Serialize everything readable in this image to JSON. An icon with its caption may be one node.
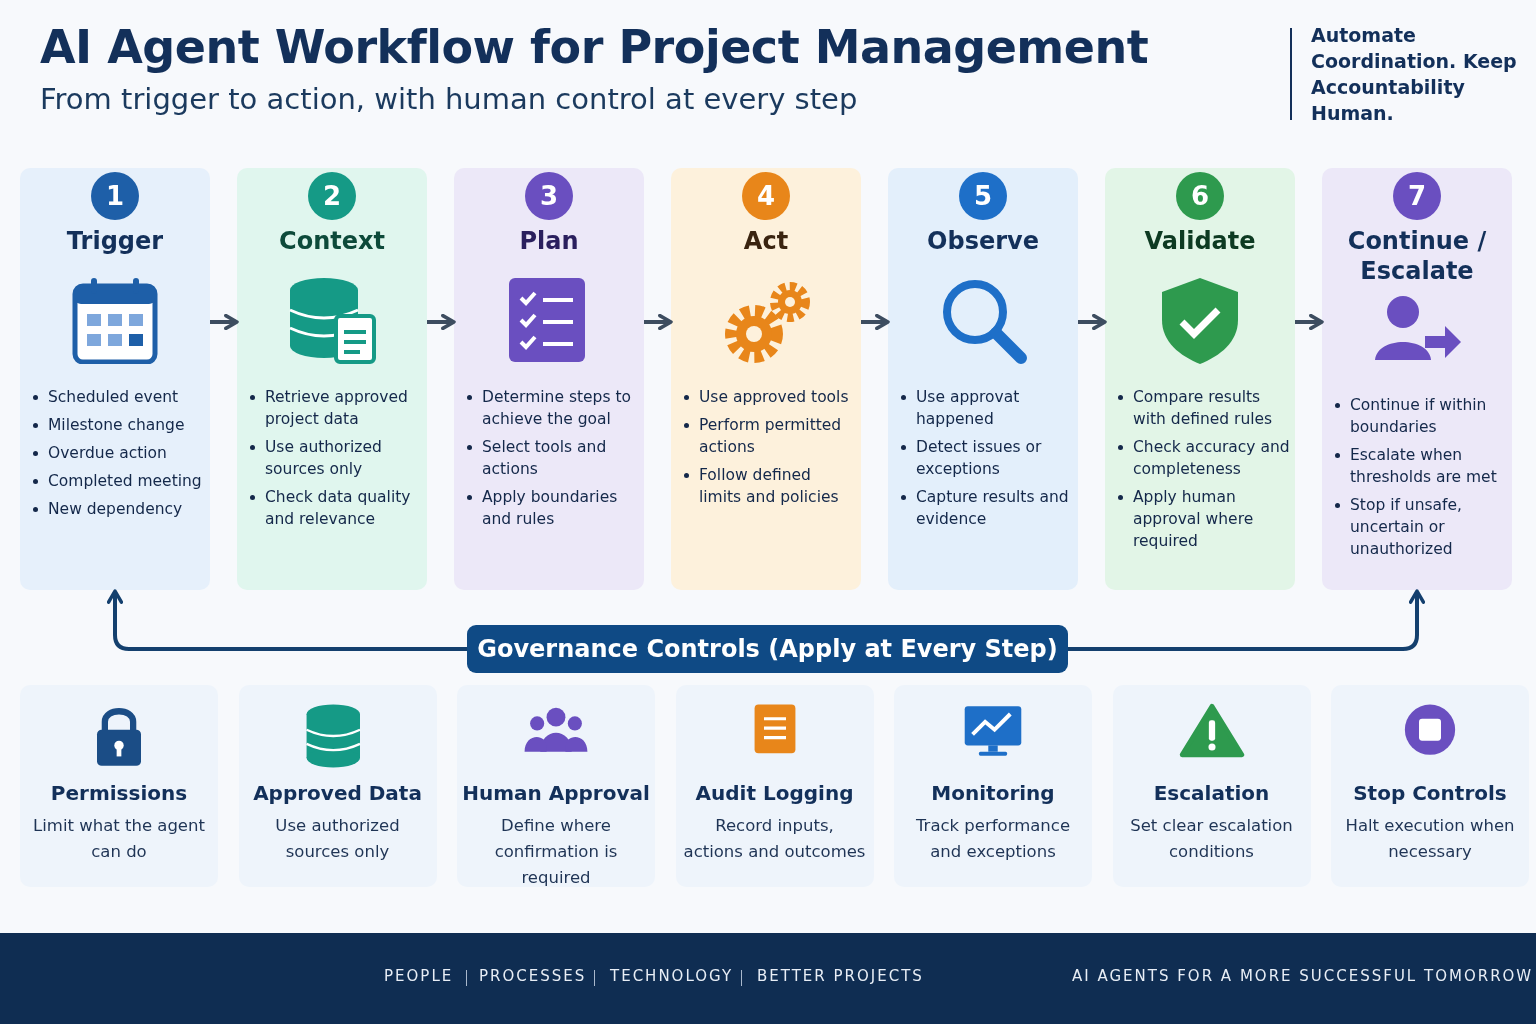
{
  "diagram": {
    "title": "AI Agent Workflow for Project Management",
    "nodes": [
      {
        "text": [
          "1",
          "Trigger",
          "Scheduled event",
          "Milestone change",
          "Overdue action",
          "Completed meeting",
          "New dependency"
        ]
      },
      {
        "text": [
          "2",
          "Context",
          "Retrieve approved project data",
          "Use authorized sources only",
          "Check data quality and relevance"
        ]
      },
      {
        "text": [
          "3",
          "Plan",
          "Determine steps to achieve the goal",
          "Select tools and actions",
          "Apply boundaries and rules"
        ]
      },
      {
        "text": [
          "4",
          "Act",
          "Use approved tools",
          "Perform permitted actions",
          "Follow defined limits and policies"
        ]
      },
      {
        "text": [
          "5",
          "Observe",
          "Use approvat happened",
          "Detect issues or exceptions",
          "Capture results and evidence"
        ]
      },
      {
        "text": [
          "6",
          "Validate",
          "Compare results with defined rules",
          "Check accuracy and completeness",
          "Apply human approval where required"
        ]
      },
      {
        "text": [
          "7",
          "Continue / Escalate",
          "Continue if within boundaries",
          "Escalate when thresholds are met",
          "Stop if unsafe, uncertain or unauthorized"
        ]
      },
      {
        "text": [
          "Governance Controls (Apply at Every Step)"
        ]
      },
      {
        "text": [
          "Permissions",
          "Limit what the agent can do"
        ]
      },
      {
        "text": [
          "Approved Data",
          "Use authorized sources only"
        ]
      },
      {
        "text": [
          "Human Approval",
          "Define where confirmation is required"
        ]
      },
      {
        "text": [
          "Audit Logging",
          "Record inputs, actions and outcomes"
        ]
      },
      {
        "text": [
          "Monitoring",
          "Track performance and exceptions"
        ]
      },
      {
        "text": [
          "Escalation",
          "Set clear escalation conditions"
        ]
      },
      {
        "text": [
          "Stop Controls",
          "Halt execution when necessary"
        ]
      }
    ],
    "edges": [
      {
        "from": 0,
        "to": 1,
        "arrow": "to"
      },
      {
        "from": 1,
        "to": 2,
        "arrow": "to"
      },
      {
        "from": 2,
        "to": 3,
        "arrow": "to"
      },
      {
        "from": 3,
        "to": 4,
        "arrow": "to"
      },
      {
        "from": 4,
        "to": 5,
        "arrow": "to"
      },
      {
        "from": 5,
        "to": 6,
        "arrow": "to"
      },
      {
        "from": 7,
        "to": 0,
        "arrow": "to"
      },
      {
        "from": 7,
        "to": 6,
        "arrow": "to"
      }
    ],
    "labels": [
      "From trigger to action, with human control at every step",
      "Automate Coordination. Keep Accountability Human.",
      "PEOPLE",
      "PROCESSES",
      "TECHNOLOGY",
      "BETTER PROJECTS",
      "AI AGENTS FOR A MORE SUCCESSFUL TOMORROW"
    ]
  }
}
